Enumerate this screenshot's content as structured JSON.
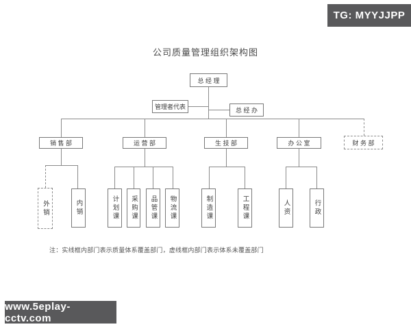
{
  "watermarks": {
    "top_right": "TG: MYYJJPP",
    "bottom_left": "www.5eplay-cctv.com",
    "badge_bg_color": "#59595b",
    "badge_text_color": "#ffffff"
  },
  "title": "公司质量管理组织架构图",
  "note": "注：实线框内部门表示质量体系覆盖部门，虚线框内部门表示体系未覆盖部门",
  "colors": {
    "line": "#8a8a8a",
    "box_border": "#777777",
    "text": "#3d3d3d"
  },
  "org": {
    "root": {
      "label": "总 经 理"
    },
    "staff": [
      {
        "label": "管理者代表"
      },
      {
        "label": "总 经 办"
      }
    ],
    "departments": [
      {
        "label": "销 售 部",
        "covered": true
      },
      {
        "label": "运 营 部",
        "covered": true
      },
      {
        "label": "生 技 部",
        "covered": true
      },
      {
        "label": "办 公 室",
        "covered": true
      },
      {
        "label": "财 务 部",
        "covered": false
      }
    ],
    "sections": [
      {
        "label": "外销",
        "parent": "销售部",
        "covered": false
      },
      {
        "label": "内销",
        "parent": "销售部",
        "covered": true
      },
      {
        "label": "计划课",
        "parent": "运营部",
        "covered": true
      },
      {
        "label": "采购课",
        "parent": "运营部",
        "covered": true
      },
      {
        "label": "品管课",
        "parent": "运营部",
        "covered": true
      },
      {
        "label": "物流课",
        "parent": "运营部",
        "covered": true
      },
      {
        "label": "制造课",
        "parent": "生技部",
        "covered": true
      },
      {
        "label": "工程课",
        "parent": "生技部",
        "covered": true
      },
      {
        "label": "人资",
        "parent": "办公室",
        "covered": true
      },
      {
        "label": "行政",
        "parent": "办公室",
        "covered": true
      }
    ]
  }
}
